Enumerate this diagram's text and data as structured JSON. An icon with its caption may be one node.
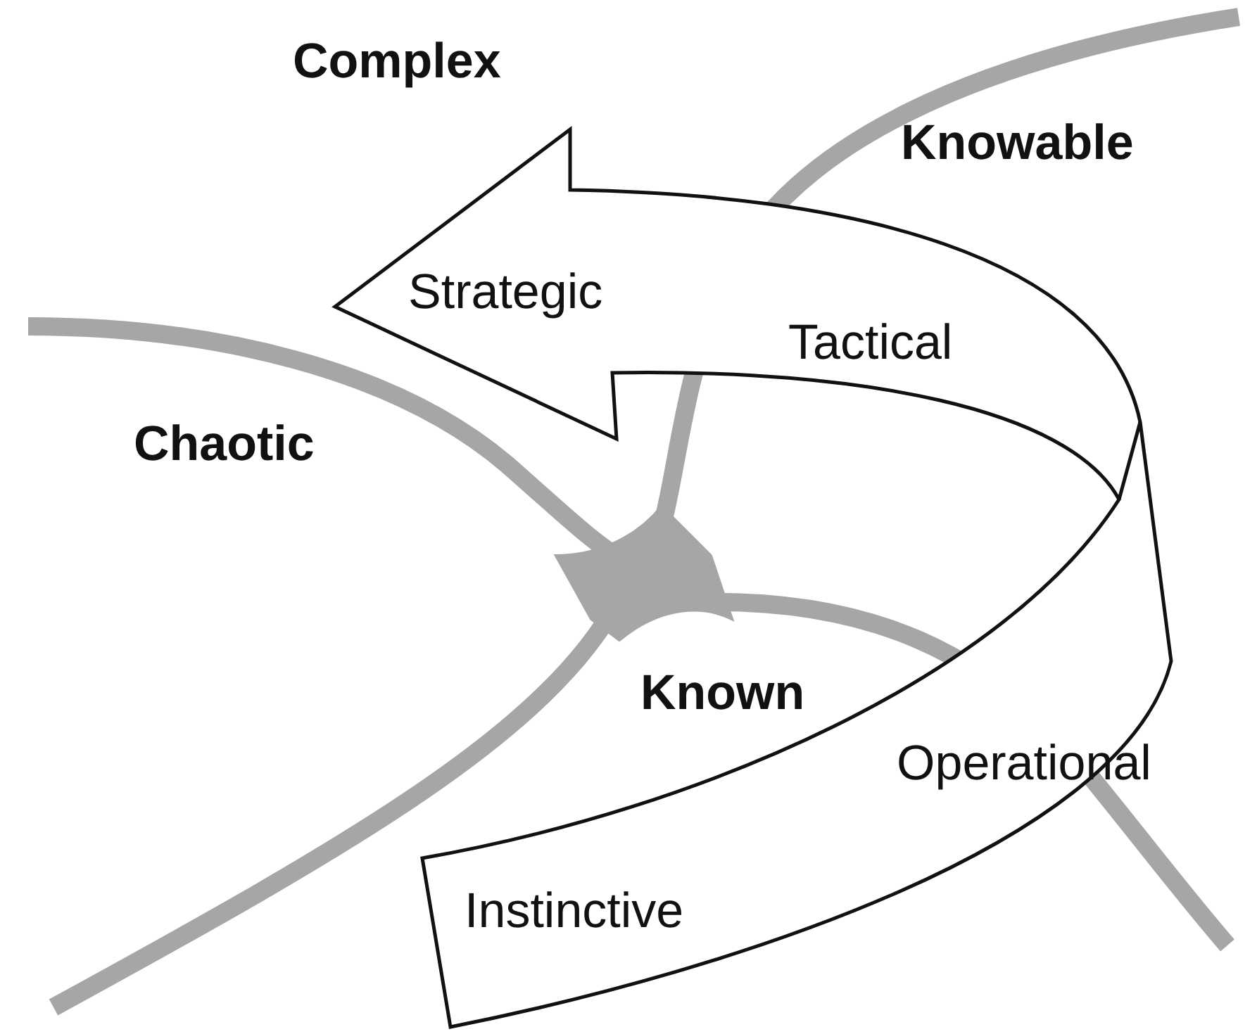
{
  "diagram": {
    "labels": [
      "Complex",
      "Knowable",
      "Strategic",
      "Tactical",
      "Chaotic",
      "Known",
      "Operational",
      "Instinctive"
    ]
  }
}
